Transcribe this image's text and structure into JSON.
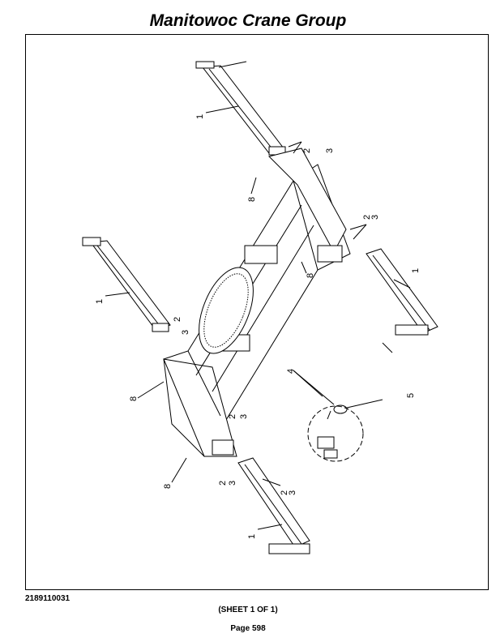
{
  "header": {
    "title": "Manitowoc Crane Group"
  },
  "drawing": {
    "callouts": {
      "c1": "1",
      "c2": "2",
      "c3": "3",
      "c4": "4",
      "c5": "5",
      "c8": "8"
    }
  },
  "footer": {
    "drawing_number": "2189110031",
    "sheet": "(SHEET 1 OF 1)",
    "page": "Page 598"
  }
}
